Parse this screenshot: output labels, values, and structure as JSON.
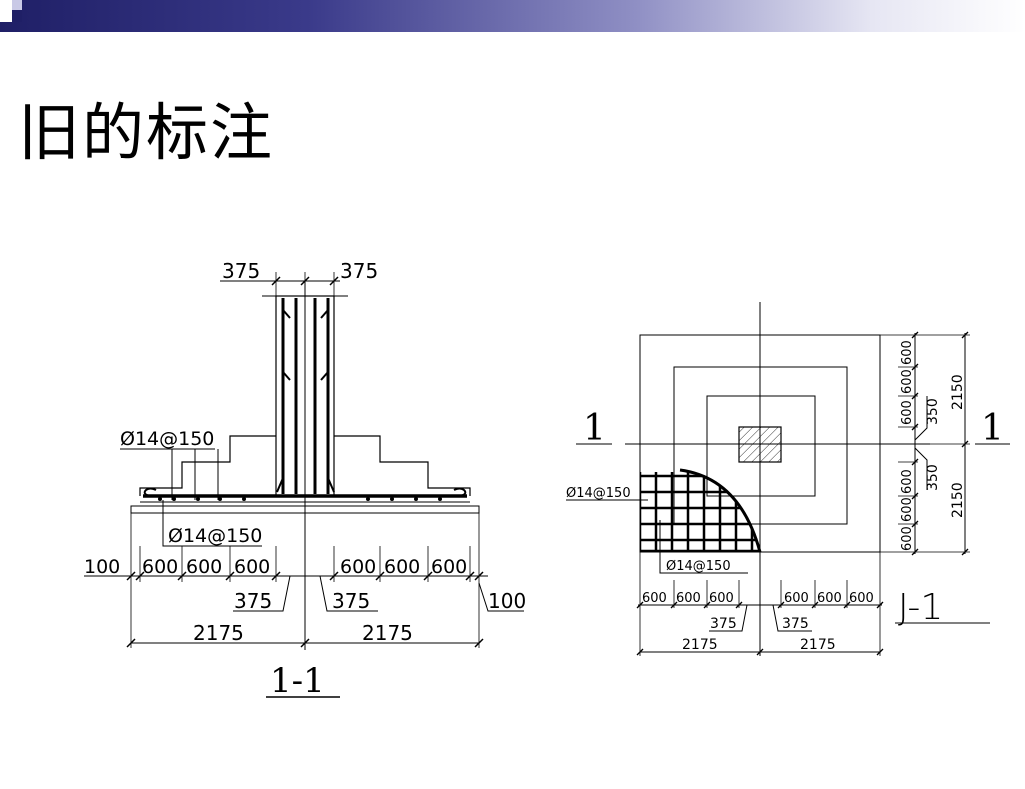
{
  "slide": {
    "title": "旧的标注"
  },
  "section": {
    "top_left": "375",
    "top_right": "375",
    "rebar_upper": "Ø14@150",
    "rebar_lower": "Ø14@150",
    "edge_left": "100",
    "edge_right": "100",
    "steps_left": [
      "600",
      "600",
      "600"
    ],
    "steps_right": [
      "600",
      "600",
      "600"
    ],
    "col_left": "375",
    "col_right": "375",
    "half_left": "2175",
    "half_right": "2175",
    "caption": "1-1"
  },
  "plan": {
    "rebar_upper": "Ø14@150",
    "rebar_lower": "Ø14@150",
    "cut_left": "1",
    "cut_right": "1",
    "steps_bottom_left": [
      "600",
      "600",
      "600"
    ],
    "steps_bottom_right": [
      "600",
      "600",
      "600"
    ],
    "col_left": "375",
    "col_right": "375",
    "half_left": "2175",
    "half_right": "2175",
    "steps_right_top": [
      "600",
      "600",
      "600"
    ],
    "steps_right_bottom": [
      "600",
      "600",
      "600"
    ],
    "col_upper": "350",
    "col_lower": "350",
    "half_upper": "2150",
    "half_lower": "2150",
    "caption": "J-1"
  },
  "colors": {
    "line": "#000000",
    "banner_dark": "#1f1f66",
    "banner_light": "#ffffff"
  }
}
